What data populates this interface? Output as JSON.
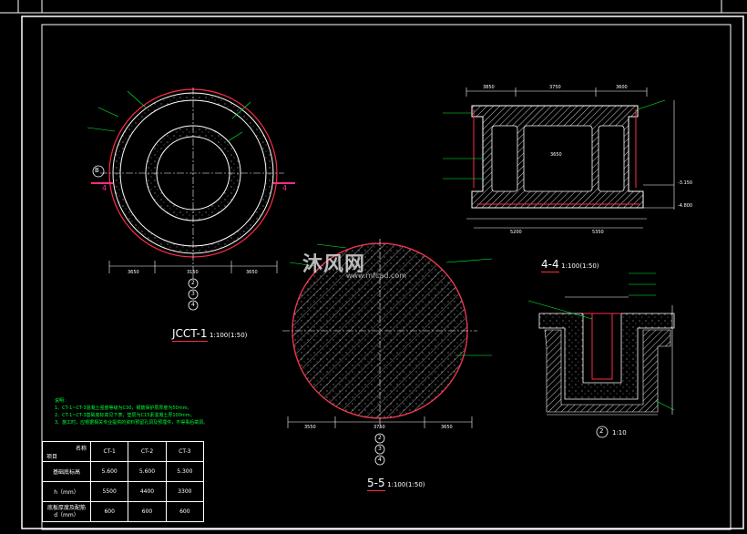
{
  "views": {
    "plan_title": "JCCT-1",
    "plan_scale": "1:100(1:50)",
    "section44_title": "4-4",
    "section44_scale": "1:100(1:50)",
    "section55_title": "5-5",
    "section55_scale": "1:100(1:50)",
    "detail_no": "2",
    "detail_scale": "1:10",
    "grid_marks": [
      "2",
      "3",
      "4"
    ],
    "axis_bubble": "B",
    "section_marks": [
      "4",
      "4"
    ]
  },
  "dimensions": {
    "plan_bottom": [
      "3650",
      "3150",
      "3650"
    ],
    "sec55_bottom": [
      "3550",
      "3750",
      "3650"
    ],
    "sec44_top": [
      "3850",
      "3750",
      "3600"
    ],
    "sec44_bottom": [
      "5200",
      "5350"
    ],
    "sec44_mid": "3650",
    "elev_right": [
      "-3.150",
      "-4.800"
    ]
  },
  "watermark": {
    "main": "沐风网",
    "url": "www.mfcad.com"
  },
  "notes": {
    "heading": "说明：",
    "lines": [
      "1、CT-1~CT-3混凝土强度等级为C30，钢筋保护层厚度为50mm。",
      "2、CT-1~CT-3基础底标高见下表，垫层为C15素混凝土厚100mm。",
      "3、施工时，应根据相关专业提供的资料预留孔洞及预埋件，不得事后凿洞。"
    ]
  },
  "schedule": {
    "corner_top": "名称",
    "corner_bottom": "项目",
    "columns": [
      "CT-1",
      "CT-2",
      "CT-3"
    ],
    "rows": [
      {
        "label": "基础底标高",
        "values": [
          "5.600",
          "5.600",
          "5.300"
        ]
      },
      {
        "label": "h（mm）",
        "values": [
          "5500",
          "4400",
          "3300"
        ]
      },
      {
        "label": "底板厚度及配筋\nd（mm）",
        "values": [
          "600",
          "600",
          "600"
        ]
      }
    ]
  },
  "colors": {
    "frame": "#ffffff",
    "concrete": "#ffffff",
    "rebar": "#ff2a4a",
    "annotation": "#00ff33",
    "dimension": "#ffffff",
    "section_mark": "#ff2a88"
  }
}
